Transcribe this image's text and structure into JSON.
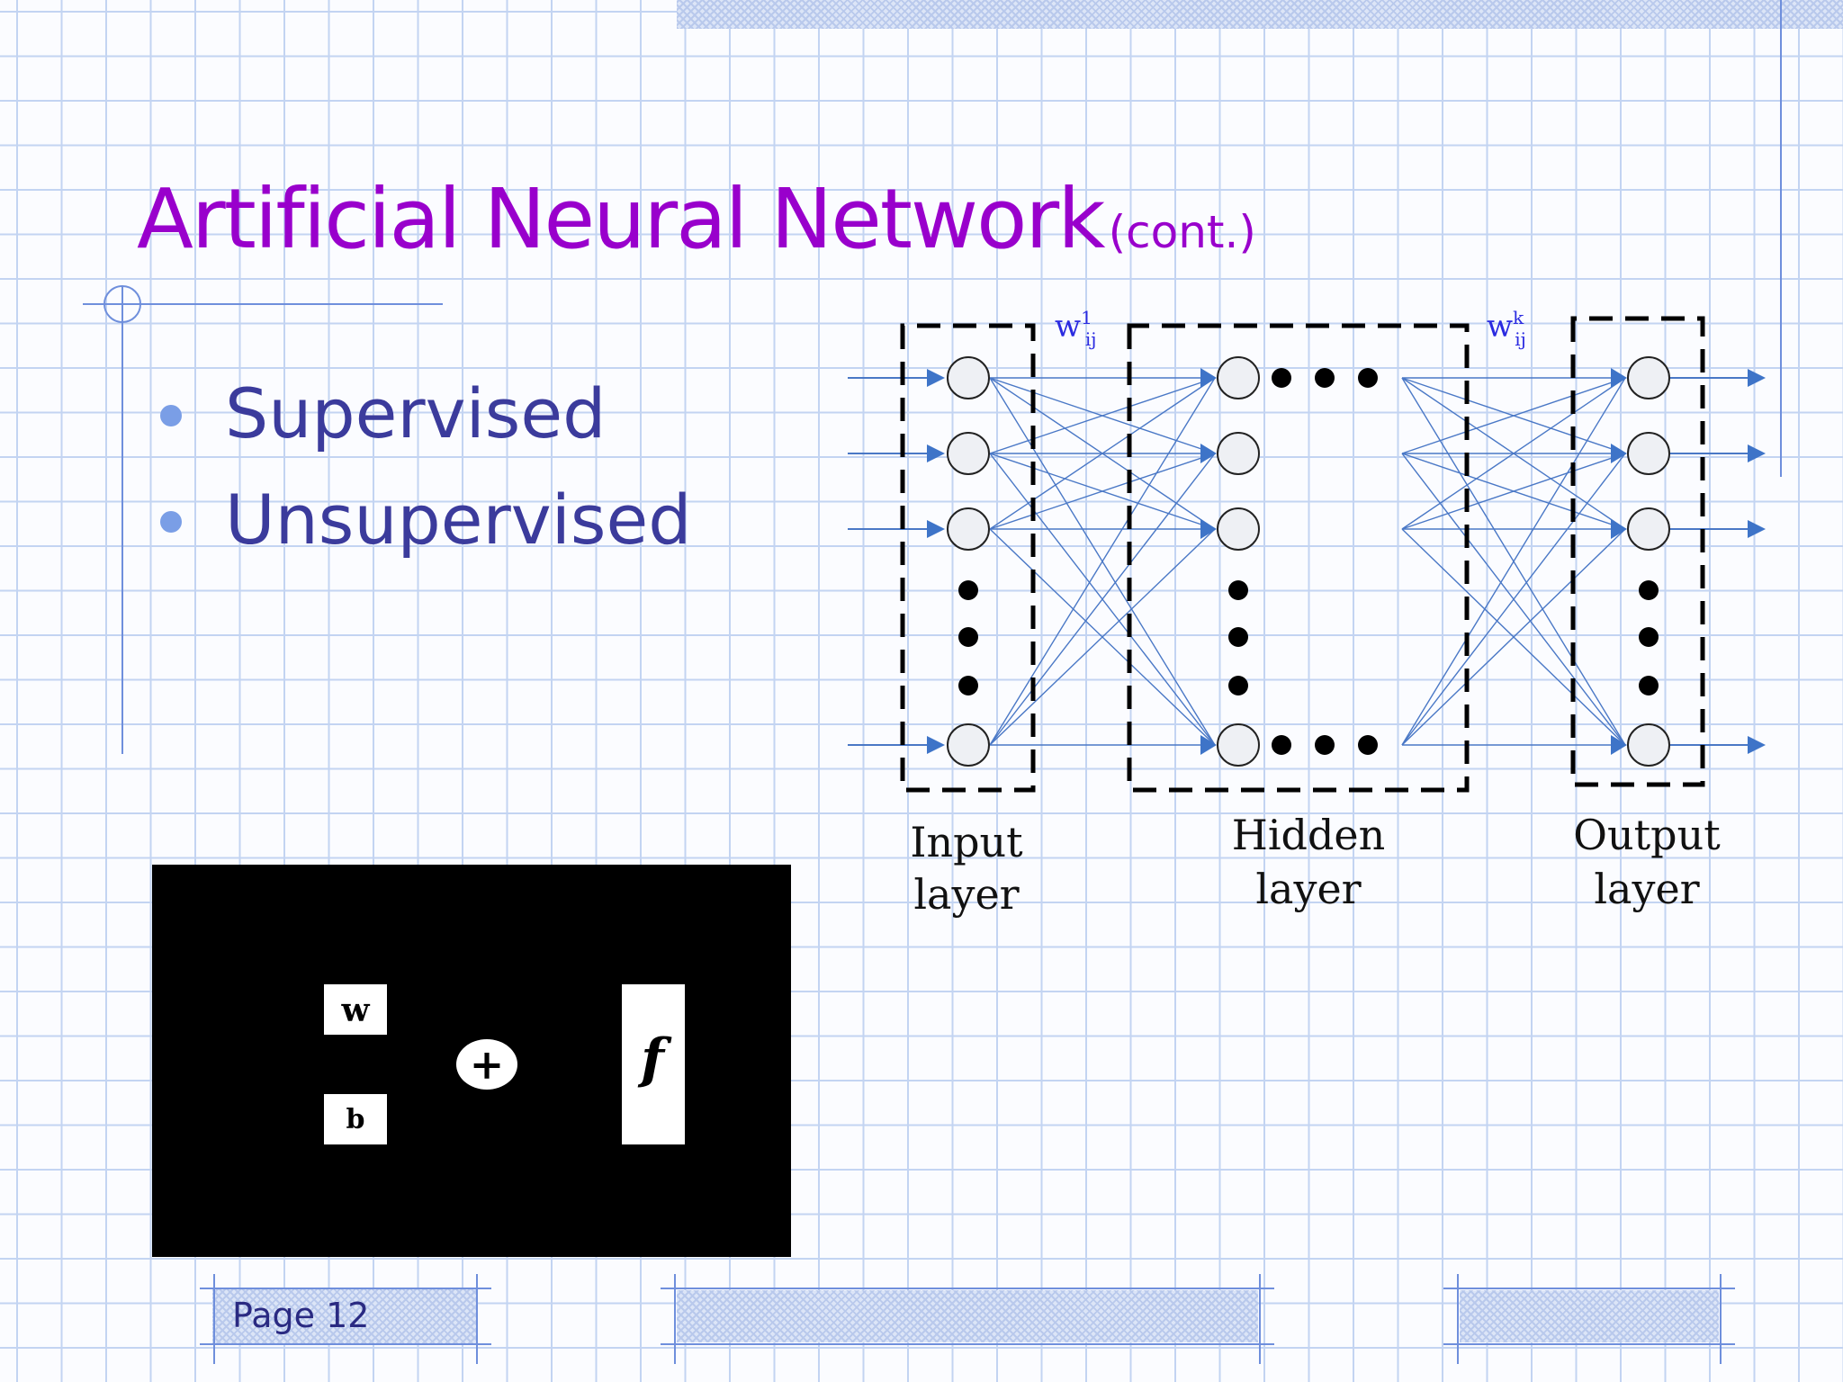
{
  "slide": {
    "title": "Artificial Neural Network",
    "title_suffix": "(cont.)",
    "bullets": [
      "Supervised",
      "Unsupervised"
    ],
    "footer": "Page 12"
  },
  "network_diagram": {
    "weight_label_1": {
      "base": "w",
      "superscript": "1",
      "subscript": "ij"
    },
    "weight_label_2": {
      "base": "w",
      "superscript": "k",
      "subscript": "ij"
    },
    "layers": [
      {
        "line1": "Input",
        "line2": "layer"
      },
      {
        "line1": "Hidden",
        "line2": "layer"
      },
      {
        "line1": "Output",
        "line2": "layer"
      }
    ]
  },
  "neuron_animation": {
    "weight_box": "w",
    "bias_box": "b",
    "sum_symbol": "+",
    "transfer_box": "f"
  },
  "colors": {
    "title": "#9900cc",
    "bullet_text": "#3b3b9c",
    "bullet_dot": "#7a9ee6",
    "grid_line": "#c3d4f2",
    "connection": "#4a78c6",
    "weight_label": "#2a2ae0"
  }
}
